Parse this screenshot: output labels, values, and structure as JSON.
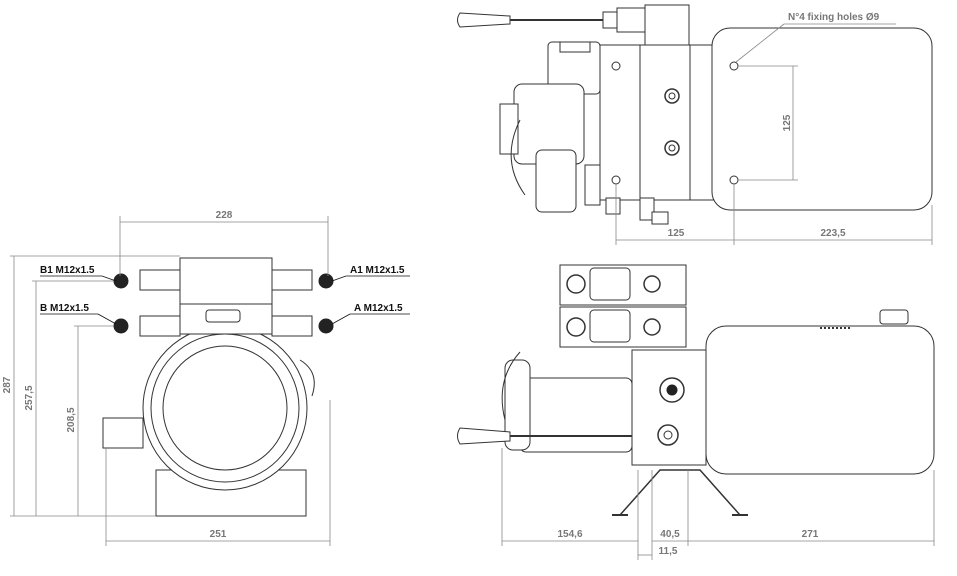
{
  "front_view": {
    "dim_top_width": "228",
    "dim_bottom_width": "251",
    "dim_height_total": "287",
    "dim_height_ports": "257,5",
    "dim_height_shaft": "208,5",
    "port_b1": "B1 M12x1.5",
    "port_b": "B M12x1.5",
    "port_a1": "A1 M12x1.5",
    "port_a": "A M12x1.5"
  },
  "top_view": {
    "fixing_holes": "N°4 fixing holes  Ø9",
    "dim_vertical_spacing": "125",
    "dim_horizontal_spacing": "125",
    "dim_tank_length": "223,5"
  },
  "side_view": {
    "dim_motor": "154,6",
    "dim_block": "40,5",
    "dim_offset": "11,5",
    "dim_tank": "271"
  }
}
